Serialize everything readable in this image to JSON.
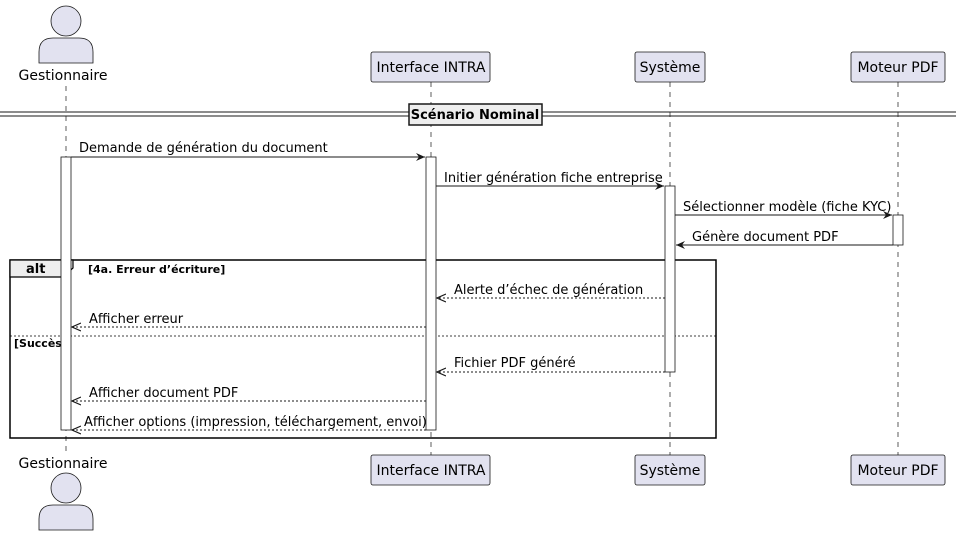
{
  "participants": {
    "gestionnaire": "Gestionnaire",
    "interface": "Interface INTRA",
    "systeme": "Système",
    "moteur": "Moteur PDF"
  },
  "divider": "Scénario Nominal",
  "alt": {
    "keyword": "alt",
    "guard1": "[4a. Erreur d’écriture]",
    "guard2": "[Succès]"
  },
  "messages": [
    "Demande de génération du document",
    "Initier génération fiche entreprise",
    "Sélectionner modèle (fiche KYC)",
    "Génère document PDF",
    "Alerte d’échec de génération",
    "Afficher erreur",
    "Fichier PDF généré",
    "Afficher document PDF",
    "Afficher options (impression, téléchargement, envoi)"
  ],
  "colors": {
    "participant_fill": "#E2E2F0",
    "participant_border": "#181818",
    "lifeline": "#181818",
    "background": "#ffffff"
  }
}
